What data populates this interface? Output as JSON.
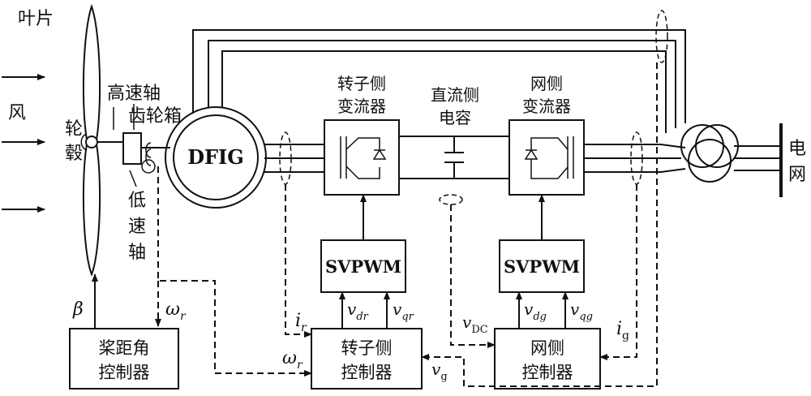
{
  "labels": {
    "blade": "叶片",
    "wind": "风",
    "hub_1": "轮",
    "hub_2": "毂",
    "high_speed_shaft": "高速轴",
    "gearbox": "齿轮箱",
    "low_speed_1": "低",
    "low_speed_2": "速",
    "low_speed_3": "轴",
    "dfig": "DFIG",
    "rotor_converter_1": "转子侧",
    "rotor_converter_2": "变流器",
    "dc_cap_1": "直流侧",
    "dc_cap_2": "电容",
    "grid_converter_1": "网侧",
    "grid_converter_2": "变流器",
    "grid_1": "电",
    "grid_2": "网",
    "svpwm_rotor": "SVPWM",
    "svpwm_grid": "SVPWM",
    "pitch_ctrl_1": "桨距角",
    "pitch_ctrl_2": "控制器",
    "rotor_ctrl_1": "转子侧",
    "rotor_ctrl_2": "控制器",
    "grid_ctrl_1": "网侧",
    "grid_ctrl_2": "控制器"
  },
  "signals": {
    "beta": "β",
    "omega": "ω",
    "omega_sub": "r",
    "ir": "i",
    "ir_sub": "r",
    "omega2": "ω",
    "omega2_sub": "r",
    "v": "v",
    "vdr_sub": "dr",
    "vqr_sub": "qr",
    "vdg_sub": "dg",
    "vqg_sub": "qg",
    "vdc_sub": "DC",
    "vg_sub": "g",
    "ig": "i",
    "ig_sub": "g"
  }
}
